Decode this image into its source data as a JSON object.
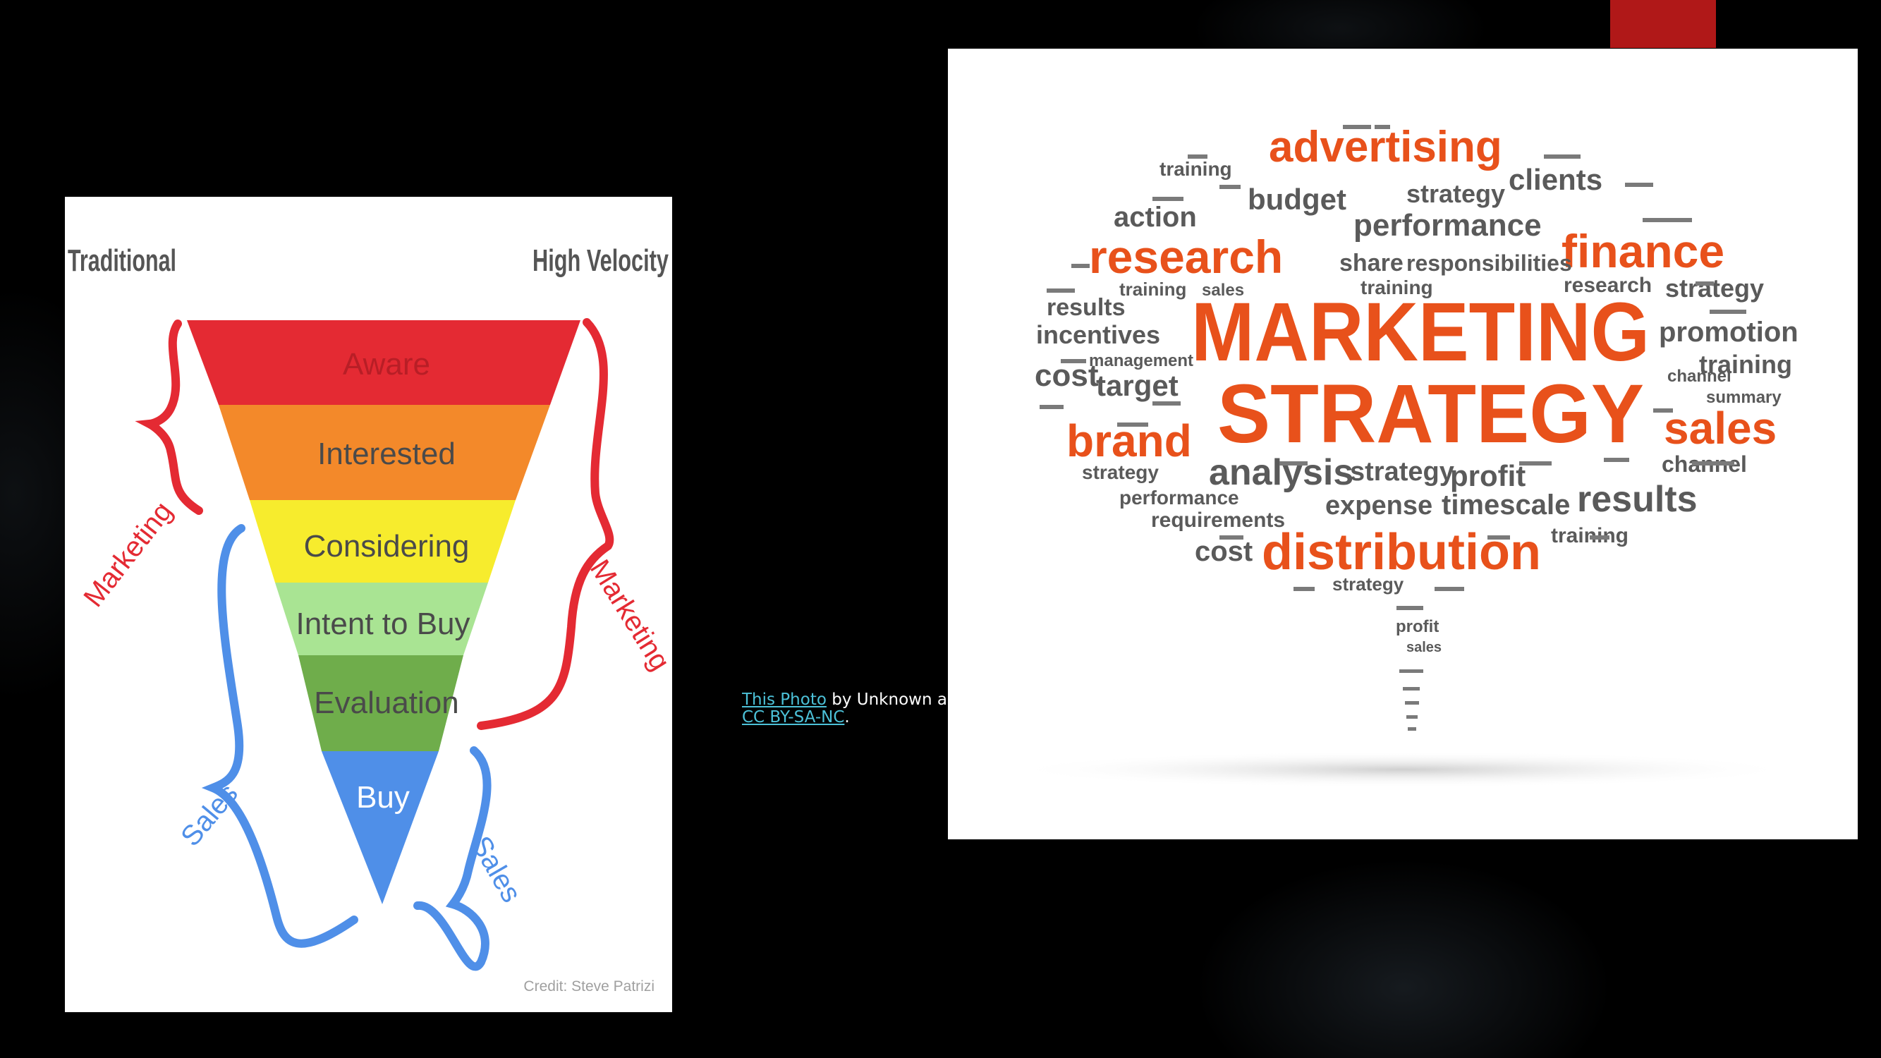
{
  "slide": {
    "accent_color": "#b01818"
  },
  "funnel": {
    "left_heading": "Traditional",
    "right_heading": "High Velocity",
    "stages": [
      {
        "label": "Aware",
        "color": "#e42a33"
      },
      {
        "label": "Interested",
        "color": "#f3892a"
      },
      {
        "label": "Considering",
        "color": "#f7ec2d"
      },
      {
        "label": "Intent to Buy",
        "color": "#a9e493"
      },
      {
        "label": "Evaluation",
        "color": "#6fad4b"
      },
      {
        "label": "Buy",
        "color": "#4f8fe8"
      }
    ],
    "left_marketing": "Marketing",
    "left_sales": "Sales",
    "right_marketing": "Marketing",
    "right_sales": "Sales",
    "credit": "Credit: Steve Patrizi",
    "marketing_color": "#e42a33",
    "sales_color": "#4f8fe8"
  },
  "word_cloud": {
    "headline_1": "MARKETING",
    "headline_2": "STRATEGY",
    "words": {
      "advertising": "advertising",
      "research": "research",
      "finance": "finance",
      "brand": "brand",
      "sales": "sales",
      "distribution": "distribution",
      "clients": "clients",
      "budget": "budget",
      "strategy": "strategy",
      "performance": "performance",
      "action": "action",
      "share": "share",
      "responsibilities": "responsibilities",
      "training": "training",
      "results": "results",
      "incentives": "incentives",
      "cost": "cost",
      "target": "target",
      "promotion": "promotion",
      "management": "management",
      "analysis": "analysis",
      "profit": "profit",
      "expense": "expense",
      "timescale": "timescale",
      "channel": "channel",
      "requirements": "requirements",
      "summary": "summary"
    },
    "orange": "#e8511b",
    "gray": "#5a5a5a"
  },
  "attribution": {
    "photo_link": "This Photo",
    "by_text": " by Unknown au",
    "license_link": "CC BY-SA-NC",
    "end": "."
  }
}
